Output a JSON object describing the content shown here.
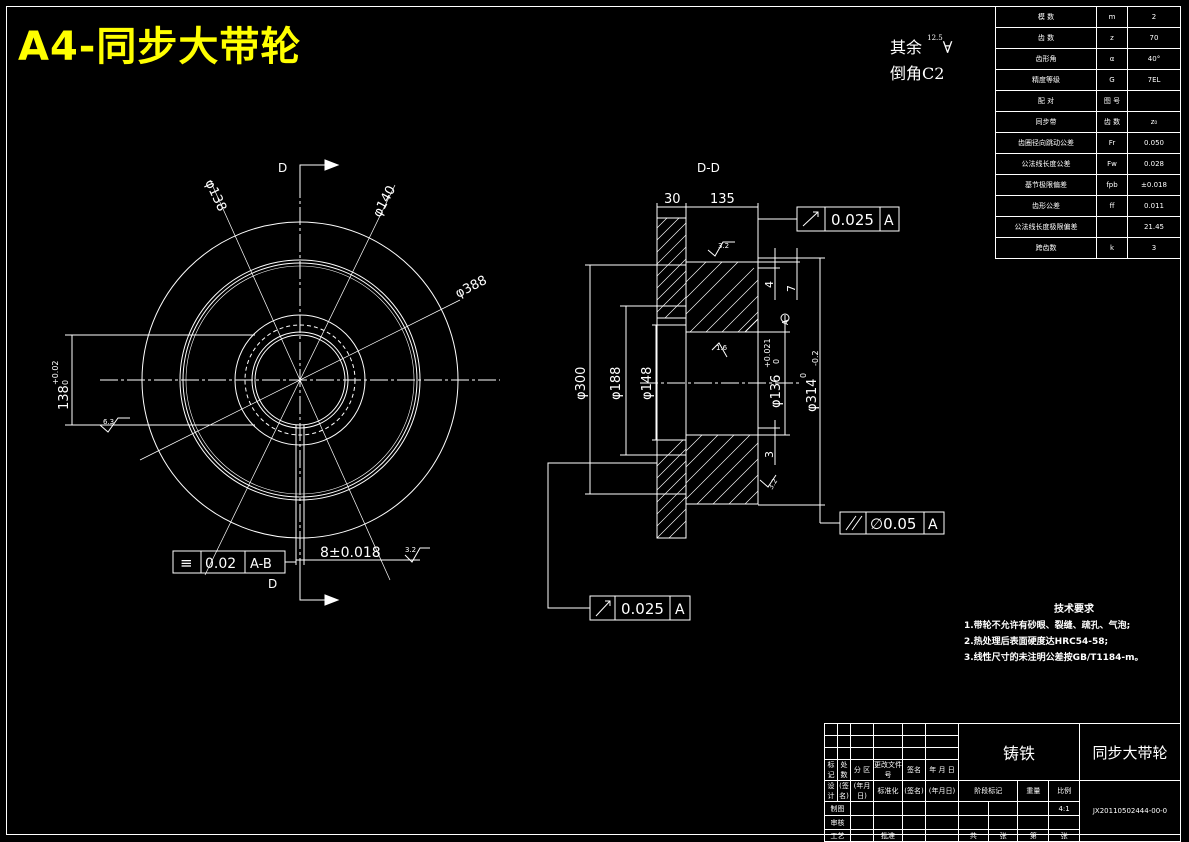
{
  "title": "A4-同步大带轮",
  "roughness_note": {
    "other": "其余",
    "chamfer": "倒角C2",
    "other_value": "12.5"
  },
  "front_view": {
    "section_label_top": "D",
    "section_label_bottom": "D",
    "dims": {
      "d138": "φ138",
      "d140": "φ140",
      "d388": "φ388",
      "hole": "138",
      "hole_tol": "+0.02",
      "hole_tol_low": "0",
      "keyway": "8±0.018",
      "rough_left": "6.3",
      "rough_key": "3.2"
    },
    "fcf_symmetry": {
      "symbol": "≡",
      "value": "0.02",
      "datum": "A-B"
    }
  },
  "section_view": {
    "label": "D-D",
    "dims": {
      "w30": "30",
      "w135": "135",
      "d300": "φ300",
      "d188": "φ188",
      "d148": "φ148",
      "d136": "φ136",
      "d136_tol_up": "+0.021",
      "d136_tol_low": "0",
      "d314": "φ314",
      "d314_tol_up": "0",
      "d314_tol_low": "-0.2",
      "v4": "4",
      "v7": "7",
      "v3": "3",
      "rough_a": "3.2",
      "rough_b": "1.6",
      "rough_c": "3.2",
      "datum_a": "A"
    },
    "fcf_runout_top": {
      "value": "0.025",
      "datum": "A"
    },
    "fcf_parallel": {
      "value": "∅0.05",
      "datum": "A"
    },
    "fcf_runout_bottom": {
      "value": "0.025",
      "datum": "A"
    }
  },
  "param_table": {
    "rows": [
      [
        "模 数",
        "m",
        "2"
      ],
      [
        "齿 数",
        "z",
        "70"
      ],
      [
        "齿形角",
        "α",
        "40°"
      ],
      [
        "精度等级",
        "G",
        "7EL"
      ],
      [
        "配 对",
        "图 号",
        ""
      ],
      [
        "同步带",
        "齿 数",
        "z₀"
      ],
      [
        "齿圈径向跳动公差",
        "Fr",
        "0.050"
      ],
      [
        "公法线长度公差",
        "Fw",
        "0.028"
      ],
      [
        "基节极限偏差",
        "fpb",
        "±0.018"
      ],
      [
        "齿形公差",
        "ff",
        "0.011"
      ],
      [
        "公法线长度极限偏差",
        "",
        "21.45"
      ],
      [
        "跨齿数",
        "k",
        "3"
      ]
    ]
  },
  "tech_requirements": {
    "heading": "技术要求",
    "items": [
      "1.带轮不允许有砂眼、裂缝、疏孔、气泡;",
      "2.热处理后表面硬度达HRC54-58;",
      "3.线性尺寸的未注明公差按GB/T1184-m。"
    ]
  },
  "title_block": {
    "material": "铸铁",
    "part_name": "同步大带轮",
    "drawing_no": "JX20110502444-00-0",
    "scale": "4:1",
    "row_labels": [
      "标记",
      "处数",
      "分 区",
      "更改文件号",
      "签名",
      "年 月 日"
    ],
    "design": "设计",
    "sign_date": "(签名)",
    "date": "(年月日)",
    "standardize": "标准化",
    "draw": "制图",
    "check": "审核",
    "process": "工艺",
    "approve": "批准",
    "stage_mark": "阶段标记",
    "weight": "重量",
    "ratio": "比例",
    "total": "共",
    "sheet": "张",
    "page": "第",
    "page_unit": "张"
  }
}
